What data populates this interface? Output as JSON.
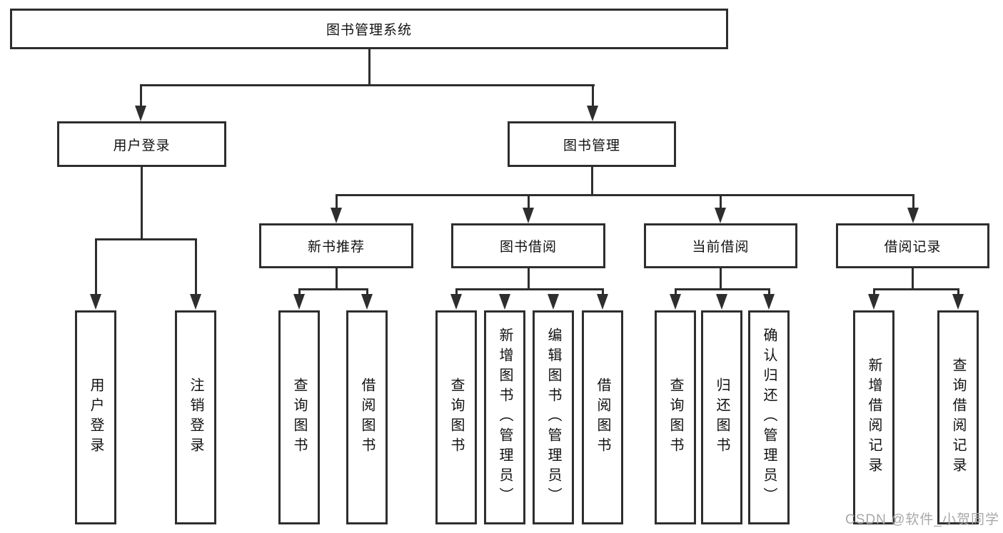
{
  "nodes": {
    "root": "图书管理系统",
    "level2": [
      {
        "label": "用户登录"
      },
      {
        "label": "图书管理"
      }
    ],
    "login_children": [
      "用户登录",
      "注销登录"
    ],
    "groups": [
      {
        "label": "新书推荐",
        "children": [
          "查询图书",
          "借阅图书"
        ]
      },
      {
        "label": "图书借阅",
        "children": [
          "查询图书",
          "新增图书（管理员）",
          "编辑图书（管理员）",
          "借阅图书"
        ]
      },
      {
        "label": "当前借阅",
        "children": [
          "查询图书",
          "归还图书",
          "确认归还（管理员）"
        ]
      },
      {
        "label": "借阅记录",
        "children": [
          "新增借阅记录",
          "查询借阅记录"
        ]
      }
    ]
  },
  "watermark": {
    "text": "CSDN @软件_小贺同学"
  },
  "colors": {
    "line": "#2e2e2e",
    "text": "#111111",
    "watermark": "#a8a8a8",
    "background": "#ffffff"
  }
}
